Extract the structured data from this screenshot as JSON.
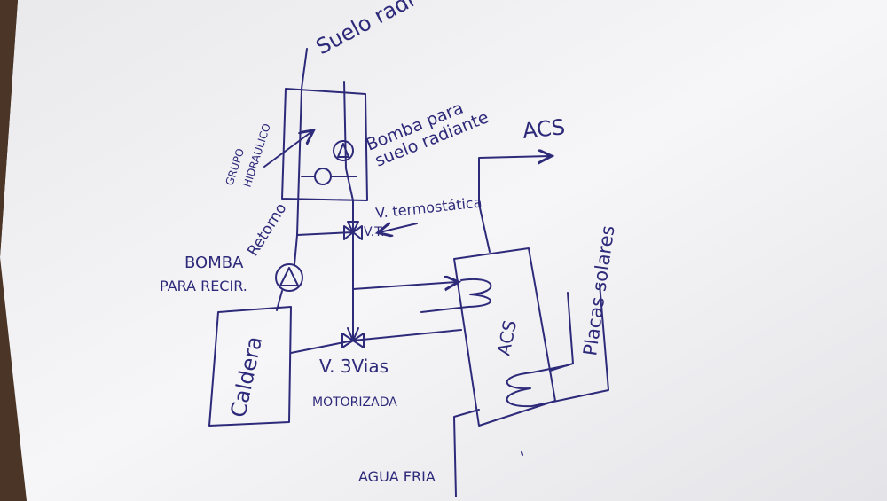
{
  "labels": {
    "suelo_top": "Suelo radi",
    "grupo_line1": "GRUPO",
    "grupo_line2": "HIDRAULICO",
    "bomba_suelo_line1": "Bomba para",
    "bomba_suelo_line2": "suelo radiante",
    "acs_out": "ACS",
    "v_termostatica": "V. termostática",
    "vt": "V.T.",
    "retorno": "Retorno",
    "bomba_recir_line1": "BOMBA",
    "bomba_recir_line2": "PARA RECIR.",
    "caldera": "Caldera",
    "acs_tank": "ACS",
    "placas_solares": "Placas solares",
    "v3vias_line1": "V. 3Vias",
    "v3vias_line2": "MOTORIZADA",
    "agua_fria": "AGUA FRIA"
  },
  "colors": {
    "ink": "#2e2a7a",
    "paper": "#f2f2f4",
    "background": "#4a3527"
  }
}
